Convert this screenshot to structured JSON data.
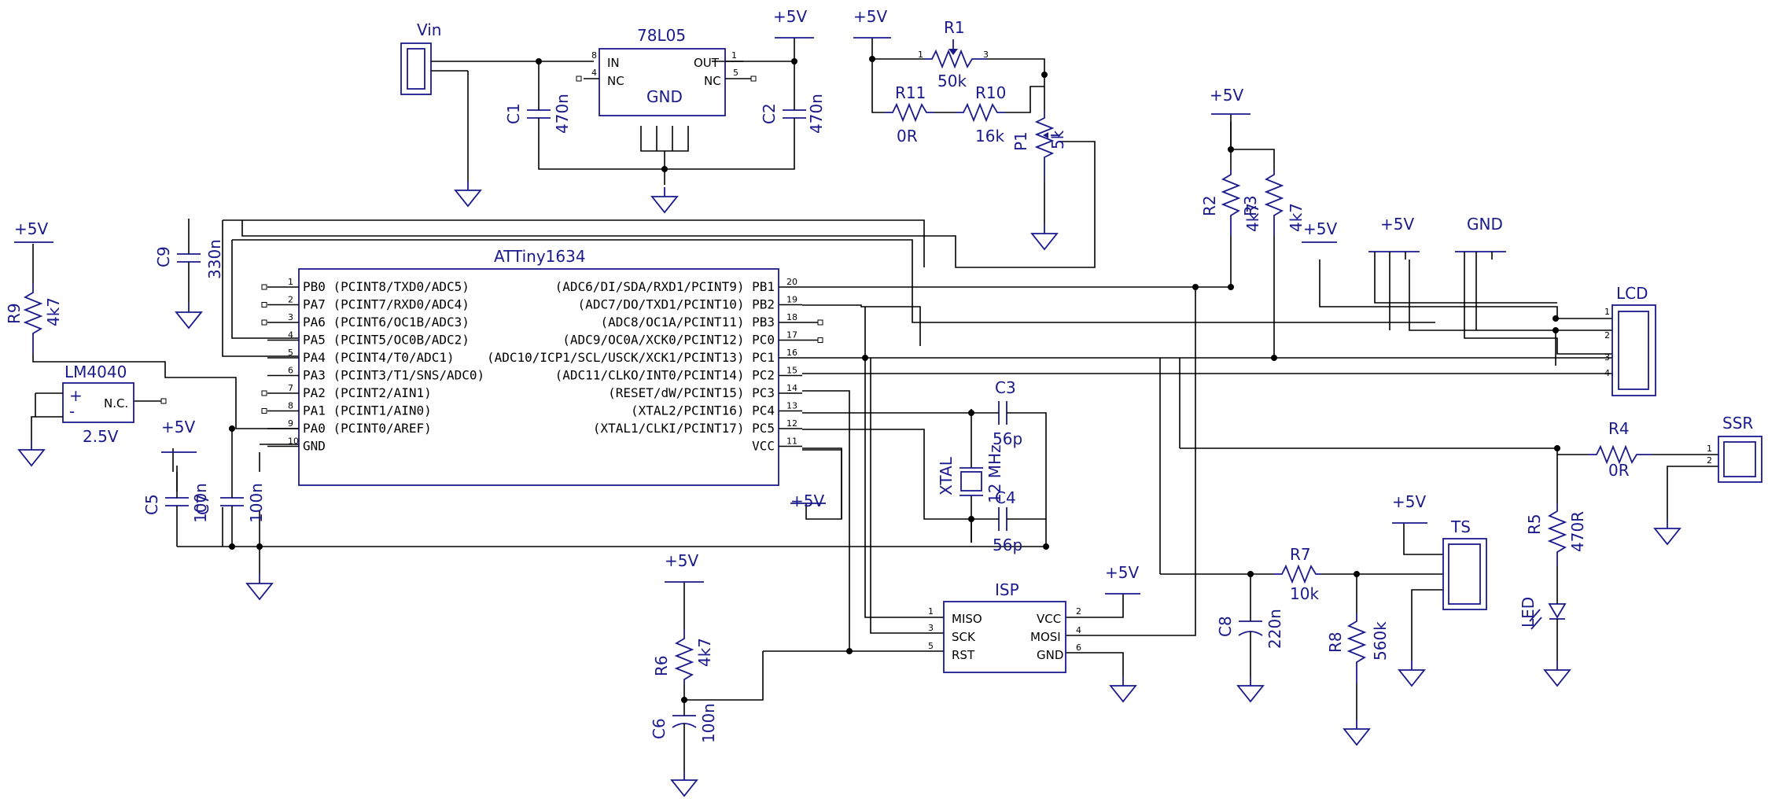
{
  "supplies": {
    "vcc": "+5V"
  },
  "regulator": {
    "name": "78L05",
    "in": "IN",
    "nc": "NC",
    "out": "OUT",
    "gnd": "GND"
  },
  "vin": "Vin",
  "mcu": {
    "name": "ATTiny1634",
    "left": [
      {
        "pin": "1",
        "label": "PB0 (PCINT8/TXD0/ADC5)"
      },
      {
        "pin": "2",
        "label": "PA7 (PCINT7/RXD0/ADC4)"
      },
      {
        "pin": "3",
        "label": "PA6 (PCINT6/OC1B/ADC3)"
      },
      {
        "pin": "4",
        "label": "PA5 (PCINT5/OC0B/ADC2)"
      },
      {
        "pin": "5",
        "label": "PA4 (PCINT4/T0/ADC1)"
      },
      {
        "pin": "6",
        "label": "PA3 (PCINT3/T1/SNS/ADC0)"
      },
      {
        "pin": "7",
        "label": "PA2 (PCINT2/AIN1)"
      },
      {
        "pin": "8",
        "label": "PA1 (PCINT1/AIN0)"
      },
      {
        "pin": "9",
        "label": "PA0 (PCINT0/AREF)"
      },
      {
        "pin": "10",
        "label": "GND"
      }
    ],
    "right": [
      {
        "pin": "20",
        "label": "(ADC6/DI/SDA/RXD1/PCINT9) PB1"
      },
      {
        "pin": "19",
        "label": "(ADC7/DO/TXD1/PCINT10) PB2"
      },
      {
        "pin": "18",
        "label": "(ADC8/OC1A/PCINT11) PB3"
      },
      {
        "pin": "17",
        "label": "(ADC9/OC0A/XCK0/PCINT12) PC0"
      },
      {
        "pin": "16",
        "label": "(ADC10/ICP1/SCL/USCK/XCK1/PCINT13) PC1"
      },
      {
        "pin": "15",
        "label": "(ADC11/CLKO/INT0/PCINT14) PC2"
      },
      {
        "pin": "14",
        "label": "(RESET/dW/PCINT15) PC3"
      },
      {
        "pin": "13",
        "label": "(XTAL2/PCINT16) PC4"
      },
      {
        "pin": "12",
        "label": "(XTAL1/CLKI/PCINT17) PC5"
      },
      {
        "pin": "11",
        "label": "VCC"
      }
    ]
  },
  "parts": {
    "c1": {
      "ref": "C1",
      "val": "470n"
    },
    "c2": {
      "ref": "C2",
      "val": "470n"
    },
    "c3": {
      "ref": "C3",
      "val": "56p"
    },
    "c4": {
      "ref": "C4",
      "val": "56p"
    },
    "c5": {
      "ref": "C5",
      "val": "100n"
    },
    "c6": {
      "ref": "C6",
      "val": "100n"
    },
    "c7": {
      "ref": "C7",
      "val": "100n"
    },
    "c8": {
      "ref": "C8",
      "val": "220n"
    },
    "c9": {
      "ref": "C9",
      "val": "330n"
    },
    "r1": {
      "ref": "R1",
      "val": "50k"
    },
    "r2": {
      "ref": "R2",
      "val": "4k7"
    },
    "r3": {
      "ref": "R3",
      "val": "4k7"
    },
    "r4": {
      "ref": "R4",
      "val": "0R"
    },
    "r5": {
      "ref": "R5",
      "val": "470R"
    },
    "r6": {
      "ref": "R6",
      "val": "4k7"
    },
    "r7": {
      "ref": "R7",
      "val": "10k"
    },
    "r8": {
      "ref": "R8",
      "val": "560k"
    },
    "r9": {
      "ref": "R9",
      "val": "4k7"
    },
    "r10": {
      "ref": "R10",
      "val": "16k"
    },
    "r11": {
      "ref": "R11",
      "val": "0R"
    },
    "p1": {
      "ref": "P1",
      "val": "5k"
    },
    "xtal": {
      "ref": "XTAL",
      "val": "12 MHz"
    },
    "led": {
      "ref": "LED"
    },
    "lm4040": {
      "ref": "LM4040",
      "val": "2.5V",
      "plus": "+",
      "minus": "-",
      "nc": "N.C."
    }
  },
  "connectors": {
    "lcd": "LCD",
    "ssr": "SSR",
    "ts": "TS",
    "gnd": "GND",
    "isp": {
      "name": "ISP",
      "left": [
        "MISO",
        "SCK",
        "RST"
      ],
      "right": [
        "VCC",
        "MOSI",
        "GND"
      ]
    }
  },
  "pin_numbers": {
    "p1": "1",
    "p2": "2",
    "p3": "3",
    "p4": "4",
    "p5": "5",
    "p6": "6",
    "p7": "7",
    "p8": "8"
  },
  "colors": {
    "symbol": "#1a1a8c",
    "wire": "#000000",
    "background": "#ffffff"
  }
}
